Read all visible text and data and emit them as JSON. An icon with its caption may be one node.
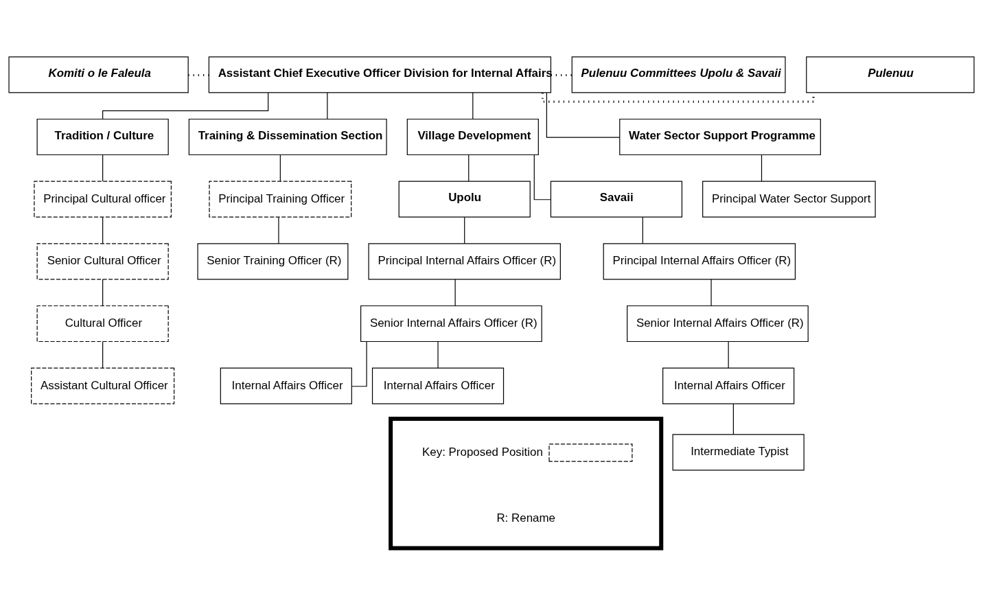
{
  "diagram": {
    "nodes": [
      {
        "text": [
          "Assistant Chief Executive Officer Division for Internal Affairs"
        ]
      },
      {
        "text": [
          "Komiti o le Faleula"
        ]
      },
      {
        "text": [
          "Pulenuu Committees Upolu & Savaii"
        ]
      },
      {
        "text": [
          "Pulenuu"
        ]
      },
      {
        "text": [
          "Tradition / Culture"
        ]
      },
      {
        "text": [
          "Training & Dissemination Section"
        ]
      },
      {
        "text": [
          "Village Development"
        ]
      },
      {
        "text": [
          "Water Sector Support Programme"
        ]
      },
      {
        "text": [
          "Upolu"
        ]
      },
      {
        "text": [
          "Savaii"
        ]
      },
      {
        "text": [
          "Principal Cultural officer"
        ]
      },
      {
        "text": [
          "Senior Cultural Officer"
        ]
      },
      {
        "text": [
          "Cultural Officer"
        ]
      },
      {
        "text": [
          "Assistant Cultural Officer"
        ]
      },
      {
        "text": [
          "Principal Training Officer"
        ]
      },
      {
        "text": [
          "Senior Training Officer (R)"
        ]
      },
      {
        "text": [
          "Principal Internal Affairs Officer (R)"
        ]
      },
      {
        "text": [
          "Senior Internal Affairs Officer (R)"
        ]
      },
      {
        "text": [
          "Internal Affairs Officer"
        ]
      },
      {
        "text": [
          "Internal Affairs Officer"
        ]
      },
      {
        "text": [
          "Principal Internal Affairs Officer (R)"
        ]
      },
      {
        "text": [
          "Senior Internal Affairs Officer (R)"
        ]
      },
      {
        "text": [
          "Internal Affairs Officer"
        ]
      },
      {
        "text": [
          "Intermediate Typist"
        ]
      },
      {
        "text": [
          "Principal Water Sector Support"
        ]
      },
      {
        "text": [],
        "shape": "box"
      }
    ],
    "edges": [
      {
        "from": 1,
        "to": 0,
        "arrow": "none",
        "style": "dashed"
      },
      {
        "from": 0,
        "to": 2,
        "arrow": "none",
        "style": "dashed"
      },
      {
        "from": 0,
        "to": 3,
        "arrow": "none",
        "style": "dashed"
      },
      {
        "from": 0,
        "to": 4,
        "arrow": "none"
      },
      {
        "from": 0,
        "to": 5,
        "arrow": "none"
      },
      {
        "from": 0,
        "to": 6,
        "arrow": "none"
      },
      {
        "from": 0,
        "to": 7,
        "arrow": "none"
      },
      {
        "from": 6,
        "to": 8,
        "arrow": "none"
      },
      {
        "from": 6,
        "to": 9,
        "arrow": "none"
      },
      {
        "from": 4,
        "to": 10,
        "arrow": "none"
      },
      {
        "from": 10,
        "to": 11,
        "arrow": "none"
      },
      {
        "from": 11,
        "to": 12,
        "arrow": "none"
      },
      {
        "from": 12,
        "to": 13,
        "arrow": "none"
      },
      {
        "from": 5,
        "to": 14,
        "arrow": "none"
      },
      {
        "from": 14,
        "to": 15,
        "arrow": "none"
      },
      {
        "from": 8,
        "to": 16,
        "arrow": "none"
      },
      {
        "from": 16,
        "to": 17,
        "arrow": "none"
      },
      {
        "from": 17,
        "to": 18,
        "arrow": "none"
      },
      {
        "from": 17,
        "to": 19,
        "arrow": "none"
      },
      {
        "from": 9,
        "to": 20,
        "arrow": "none"
      },
      {
        "from": 20,
        "to": 21,
        "arrow": "none"
      },
      {
        "from": 21,
        "to": 22,
        "arrow": "none"
      },
      {
        "from": 22,
        "to": 23,
        "arrow": "none"
      },
      {
        "from": 7,
        "to": 24,
        "arrow": "none"
      }
    ],
    "labels": [
      "R: Rename"
    ],
    "legend": [
      {
        "text": "Key: Proposed Position"
      }
    ]
  }
}
